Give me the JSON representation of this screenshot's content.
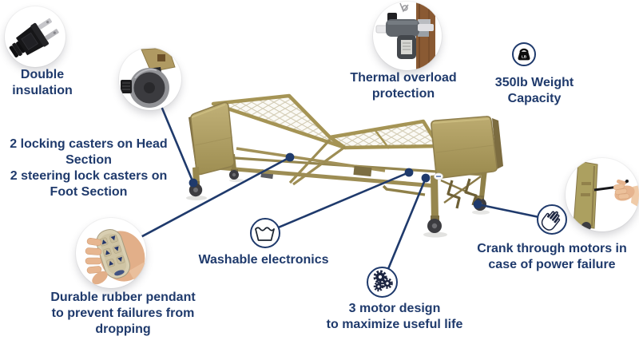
{
  "colors": {
    "accent_navy": "#1f3a6c",
    "bed_tan": "#ab9a5e",
    "wheel_gray": "#3c3c40",
    "background": "#ffffff"
  },
  "labels": {
    "double_insulation": "Double\ninsulation",
    "casters": "2 locking casters on Head\nSection\n2 steering lock casters on\nFoot Section",
    "thermal": "Thermal overload\nprotection",
    "weight": "350lb Weight\nCapacity",
    "washable": "Washable electronics",
    "three_motor": "3 motor design\nto maximize useful life",
    "crank": "Crank through motors in\ncase of power failure",
    "pendant": "Durable rubber pendant\nto prevent failures from\ndropping"
  },
  "icons": {
    "weight_lb": "LB",
    "names": [
      "plug-photo",
      "locking-caster-photo",
      "motor-photo",
      "weight-capacity-icon",
      "washable-icon",
      "gears-icon",
      "hand-crank-icon",
      "pendant-photo",
      "crank-handle-photo"
    ]
  }
}
